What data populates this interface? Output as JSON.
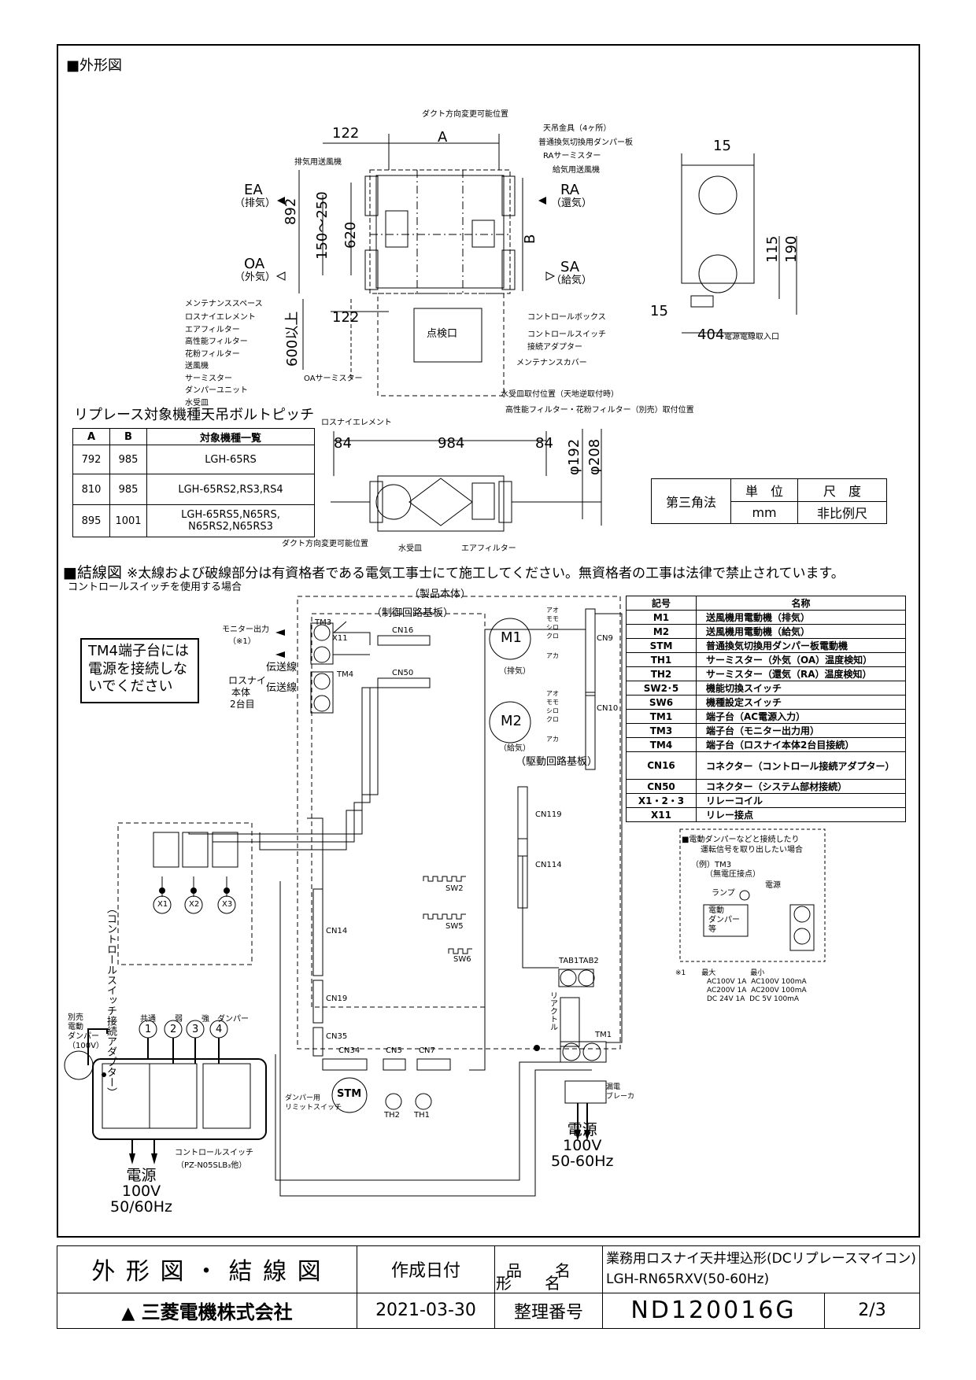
{
  "header": {
    "outline_title": "■外形図",
    "wiring_title": "■結線図",
    "wiring_note": "※太線および破線部分は有資格者である電気工事士にて施工してください。無資格者の工事は法律で禁止されています。",
    "wiring_sub": "コントロールスイッチを使用する場合"
  },
  "outline_labels": {
    "duct_change_top": "ダクト方向変更可能位置",
    "hanger": "天吊金具（4ヶ所）",
    "damper_plate": "普通換気切換用ダンパー板",
    "ra_thermistor": "RAサーミスター",
    "supply_fan": "給気用送風機",
    "exhaust_fan": "排気用送風機",
    "ea": "EA",
    "ea_jp": "（排気）",
    "ra": "RA",
    "ra_jp": "（還気）",
    "oa": "OA",
    "oa_jp": "（外気）",
    "sa": "SA",
    "sa_jp": "（給気）",
    "dim_122a": "122",
    "dim_A": "A",
    "dim_892": "892",
    "dim_150_250": "150～250",
    "dim_620": "620",
    "dim_B": "B",
    "dim_122b": "122",
    "dim_600": "600以上",
    "inspection": "点検口",
    "maint_space": "メンテナンススペース",
    "maint_items": [
      "ロスナイエレメント",
      "エアフィルター",
      "高性能フィルター",
      "花粉フィルター",
      "送風機",
      "サーミスター",
      "ダンパーユニット",
      "水受皿"
    ],
    "oa_thermistor": "OAサーミスター",
    "control_box": "コントロールボックス",
    "control_switch_conn": "コントロールスイッチ",
    "conn_adapter": "接続アダプター",
    "maint_cover": "メンテナンスカバー",
    "side_15a": "15",
    "side_115": "115",
    "side_190": "190",
    "side_15b": "15",
    "side_404": "404",
    "power_inlet": "電源電線取入口",
    "water_tray_pos": "水受皿取付位置（天地逆取付時）",
    "filter_pos": "高性能フィルター・花粉フィルター（別売）取付位置",
    "lossnay_element": "ロスナイエレメント",
    "dim_84a": "84",
    "dim_984": "984",
    "dim_84b": "84",
    "dim_192": "φ192",
    "dim_208": "φ208",
    "duct_change_bottom": "ダクト方向変更可能位置",
    "water_tray": "水受皿",
    "air_filter": "エアフィルター"
  },
  "replace_table": {
    "title": "リプレース対象機種天吊ボルトピッチ",
    "headers": [
      "A",
      "B",
      "対象機種一覧"
    ],
    "rows": [
      {
        "a": "792",
        "b": "985",
        "models": "LGH-65RS"
      },
      {
        "a": "810",
        "b": "985",
        "models": "LGH-65RS2,RS3,RS4"
      },
      {
        "a": "895",
        "b": "1001",
        "models1": "LGH-65RS5,N65RS,",
        "models2": "N65RS2,N65RS3"
      }
    ]
  },
  "projection": {
    "method": "第三角法",
    "unit_h": "単　位",
    "scale_h": "尺　度",
    "unit": "mm",
    "scale": "非比例尺"
  },
  "wiring": {
    "tm4_note": "TM4端子台には電源を接続しないでください",
    "product_body": "（製品本体）",
    "control_board": "（制御回路基板）",
    "drive_board": "（駆動回路基板）",
    "monitor_out": "モニター出力",
    "note1_ref": "（※1）",
    "lossnay_2nd": [
      "ロスナイ",
      "本体",
      "2台目"
    ],
    "signal_line": "伝送線",
    "tm3": "TM3",
    "tm4": "TM4",
    "tm1": "TM1",
    "x11": "X11",
    "cn16": "CN16",
    "cn50": "CN50",
    "cn9": "CN9",
    "cn10": "CN10",
    "cn119": "CN119",
    "cn114": "CN114",
    "cn14": "CN14",
    "cn19": "CN19",
    "cn35": "CN35",
    "cn34": "CN34",
    "cn5": "CN5",
    "cn7": "CN7",
    "m1": "M1",
    "m2": "M2",
    "exhaust": "（排気）",
    "supply": "（給気）",
    "wire_colors": [
      "アオ",
      "モモ",
      "シロ",
      "クロ",
      "アカ"
    ],
    "sw2": "SW2",
    "sw5": "SW5",
    "sw6": "SW6",
    "tab1tab2": "TAB1TAB2",
    "reactor": "リアクトル",
    "stm": "STM",
    "th1": "TH1",
    "th2": "TH2",
    "damper_limit": [
      "ダンパー用",
      "リミットスイッチ"
    ],
    "leak_breaker": [
      "漏電",
      "ブレーカ"
    ],
    "adapter_label": "（コントロールスイッチ接続アダプター）",
    "x1": "X1",
    "x2": "X2",
    "x3": "X3",
    "terminal_labels": [
      "共通",
      "弱",
      "強",
      "ダンパー"
    ],
    "ext_damper": [
      "別売",
      "電動",
      "ダンパー",
      "（100V）"
    ],
    "ctrl_switch_label": "コントロールスイッチ",
    "ctrl_switch_model": "（PZ-N05SLB₃他）",
    "power_left": [
      "電源",
      "100V",
      "50/60Hz"
    ],
    "power_right": [
      "電源",
      "100V",
      "50-60Hz"
    ],
    "inset_title": "■電動ダンパーなどと接続したり",
    "inset_title2": "運転信号を取り出したい場合",
    "inset_ex": "（例）TM3",
    "inset_ex2": "（無電圧接点）",
    "inset_lamp": "ランプ",
    "inset_power": "電源",
    "inset_damper": [
      "電動",
      "ダンパー",
      "等"
    ],
    "note1": "※1",
    "note1_max": "最大",
    "note1_min": "最小",
    "note1_rows": [
      [
        "AC100V 1A",
        "AC100V 100mA"
      ],
      [
        "AC200V 1A",
        "AC200V 100mA"
      ],
      [
        "DC 24V 1A",
        "DC 5V 100mA"
      ]
    ]
  },
  "legend": {
    "headers": [
      "記号",
      "名称"
    ],
    "rows": [
      [
        "M1",
        "送風機用電動機（排気）"
      ],
      [
        "M2",
        "送風機用電動機（給気）"
      ],
      [
        "STM",
        "普通換気切換用ダンパー板電動機"
      ],
      [
        "TH1",
        "サーミスター（外気（OA）温度検知）"
      ],
      [
        "TH2",
        "サーミスター（還気（RA）温度検知）"
      ],
      [
        "SW2･5",
        "機能切換スイッチ"
      ],
      [
        "SW6",
        "機種設定スイッチ"
      ],
      [
        "TM1",
        "端子台（AC電源入力）"
      ],
      [
        "TM3",
        "端子台（モニター出力用）"
      ],
      [
        "TM4",
        "端子台（ロスナイ本体2台目接続）"
      ],
      [
        "CN16",
        "コネクター（コントロール接続アダプター）"
      ],
      [
        "CN50",
        "コネクター（システム部材接続）"
      ],
      [
        "X1・2・3",
        "リレーコイル"
      ],
      [
        "X11",
        "リレー接点"
      ]
    ]
  },
  "title_block": {
    "doc_type": "外 形 図 ・ 結 線 図",
    "created": "作成日付",
    "hin": "品",
    "mei": "名",
    "kata": "形",
    "product_name": "業務用ロスナイ天井埋込形(DCリプレースマイコン)",
    "model": "LGH-RN65RXV(50-60Hz)",
    "company": "三菱電機株式会社",
    "date": "2021-03-30",
    "ref_label": "整理番号",
    "ref_no": "ND120016G",
    "page": "2/3"
  }
}
